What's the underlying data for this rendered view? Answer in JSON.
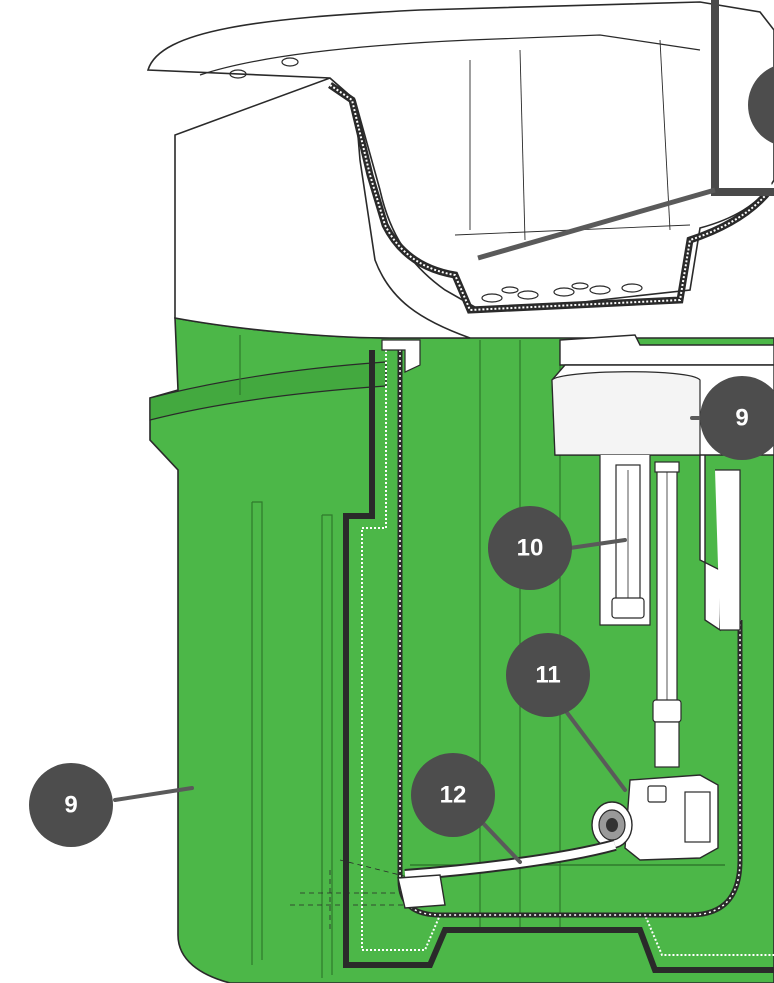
{
  "diagram": {
    "callouts": [
      {
        "id": "callout-9-top",
        "label": "9"
      },
      {
        "id": "callout-10",
        "label": "10"
      },
      {
        "id": "callout-11",
        "label": "11"
      },
      {
        "id": "callout-12",
        "label": "12"
      },
      {
        "id": "callout-9-left",
        "label": "9"
      }
    ]
  },
  "colors": {
    "body_green": "#4CB748",
    "body_green_dark": "#3E9E3A",
    "outline": "#2a2a2a",
    "white_part": "#ffffff",
    "callout_fill": "#4D4D4D",
    "leader_line": "#5a5a5a"
  }
}
